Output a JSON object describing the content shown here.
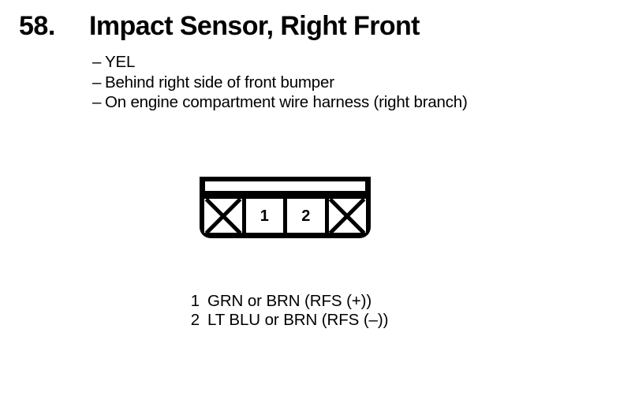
{
  "page": {
    "background_color": "#ffffff",
    "text_color": "#000000"
  },
  "header": {
    "item_number": "58.",
    "title": "Impact Sensor, Right Front"
  },
  "details": {
    "dash": "–",
    "items": [
      "YEL",
      "Behind right side of front bumper",
      "On engine compartment wire harness (right branch)"
    ]
  },
  "connector": {
    "cavities": [
      {
        "type": "blank",
        "label": ""
      },
      {
        "type": "pin",
        "label": "1"
      },
      {
        "type": "pin",
        "label": "2"
      },
      {
        "type": "blank",
        "label": ""
      }
    ]
  },
  "legend": {
    "rows": [
      {
        "pin": "1",
        "text": "GRN or BRN (RFS (+))"
      },
      {
        "pin": "2",
        "text": "LT BLU or BRN (RFS (–))"
      }
    ]
  }
}
